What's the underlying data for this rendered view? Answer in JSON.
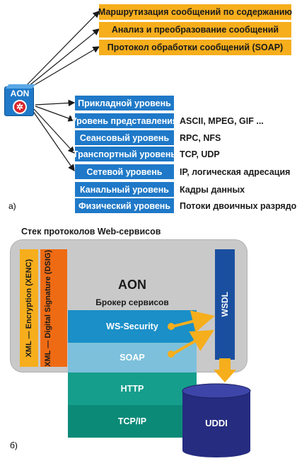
{
  "part_a": {
    "label": "а)",
    "aon_label": "AON",
    "yellow_boxes": [
      "Маршрутизация сообщений по содержанию",
      "Анализ и преобразование сообщений",
      "Протокол обработки сообщений (SOAP)"
    ],
    "osi_layers": [
      {
        "name": "Прикладной уровень",
        "example": ""
      },
      {
        "name": "Уровень представления",
        "example": "ASCII, MPEG, GIF ..."
      },
      {
        "name": "Сеансовый уровень",
        "example": "RPC, NFS"
      },
      {
        "name": "Транспортный уровень",
        "example": "TCP, UDP"
      },
      {
        "name": "Сетевой уровень",
        "example": "IP, логическая адресация"
      },
      {
        "name": "Канальный уровень",
        "example": "Кадры данных"
      },
      {
        "name": "Физический уровень",
        "example": "Потоки двоичных разрядов"
      }
    ]
  },
  "part_b": {
    "label": "б)",
    "title": "Стек протоколов Web-сервисов",
    "xenc": "XML — Encryption (XENC)",
    "dsig": "XML — Digital Signature (DSIG)",
    "aon": "AON",
    "broker": "Брокер сервисов",
    "ws_security": "WS-Security",
    "soap": "SOAP",
    "http": "HTTP",
    "tcpip": "TCP/IP",
    "wsdl": "WSDL",
    "uddi": "UDDI"
  },
  "colors": {
    "yellow": "#f6ae1c",
    "blue": "#1f79c8",
    "dark_blue": "#1a4fa0",
    "navy": "#262c80",
    "orange": "#ee6b14",
    "gray": "#c8c8c8",
    "teal_dark": "#1a8fc8",
    "teal_light": "#7cc0dc",
    "green": "#159e8c",
    "green_dark": "#0c8a78",
    "aon_red": "#d8242a"
  }
}
